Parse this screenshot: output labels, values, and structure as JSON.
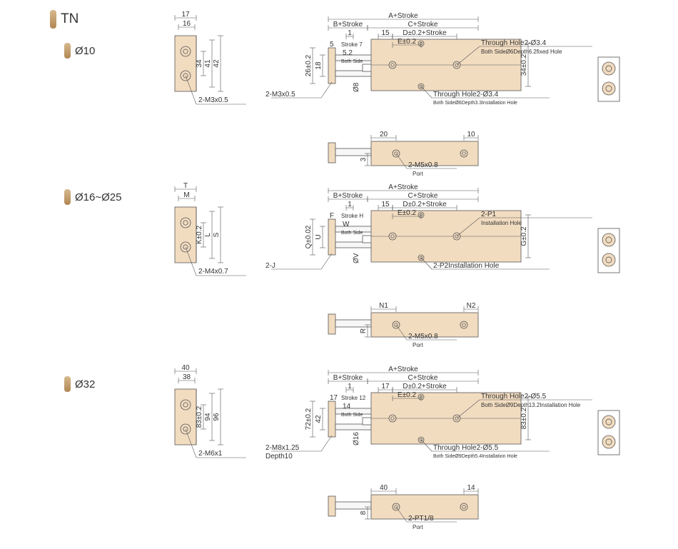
{
  "colors": {
    "body": "#f2dcc0",
    "line": "#555555",
    "accent": "#c9a06e"
  },
  "title": "TN",
  "sections": [
    {
      "title": "Ø10",
      "side_dims": [
        "17",
        "16",
        "34",
        "41",
        "42"
      ],
      "side_callout": "2-M3x0.5",
      "top_dims": [
        "A+Stroke",
        "B+Stroke",
        "C+Stroke",
        "1",
        "15",
        "D±0.2+Stroke",
        "5",
        "Stroke 7",
        "E±0.2",
        "5.2",
        "Both Side"
      ],
      "left_dims": [
        "26±0.2",
        "18"
      ],
      "right_dims": [
        "34±0.2"
      ],
      "bottom_dims": [
        "Ø8"
      ],
      "left_callout": "2-M3x0.5",
      "note_a": [
        "Through Hole2-Ø3.4",
        "Both SideØ6Depth6.2fixed Hole"
      ],
      "note_b": [
        "Through Hole2-Ø3.4",
        "Both SideØ6Depth3.3Installation Hole"
      ],
      "port_dims": [
        "20",
        "10",
        "3"
      ],
      "port_callout": "2-M5x0.8",
      "port_label": "Port"
    },
    {
      "title": "Ø16~Ø25",
      "side_dims": [
        "T",
        "M",
        "K±0.2",
        "L",
        "S"
      ],
      "side_callout": "2-M4x0.7",
      "top_dims": [
        "A+Stroke",
        "B+Stroke",
        "C+Stroke",
        "1",
        "15",
        "D±0.2+Stroke",
        "F",
        "Stroke H",
        "E±0.2",
        "W",
        "Both Side"
      ],
      "left_dims": [
        "Q±0.02",
        "U"
      ],
      "right_dims": [
        "G±0.2"
      ],
      "bottom_dims": [
        "ØV"
      ],
      "left_callout": "2-J",
      "note_a": [
        "2-P1",
        "Installation Hole"
      ],
      "note_b": [
        "2-P2Installation Hole"
      ],
      "port_dims": [
        "N1",
        "N2",
        "R"
      ],
      "port_callout": "2-M5x0.8",
      "port_label": "Port"
    },
    {
      "title": "Ø32",
      "side_dims": [
        "40",
        "38",
        "83±0.2",
        "94",
        "96"
      ],
      "side_callout": "2-M6x1",
      "top_dims": [
        "A+Stroke",
        "B+Stroke",
        "C+Stroke",
        "1",
        "17",
        "D±0.2+Stroke",
        "17",
        "Stroke 12",
        "E±0.2",
        "14",
        "Both Side"
      ],
      "left_dims": [
        "72±0.2",
        "42"
      ],
      "right_dims": [
        "83±0.2"
      ],
      "bottom_dims": [
        "Ø16"
      ],
      "left_callout": [
        "2-M8x1.25",
        "Depth10"
      ],
      "note_a": [
        "Through Hole2-Ø5.5",
        "Both SideØ9Depth13.2Installation Hole"
      ],
      "note_b": [
        "Through Hole2-Ø5.5",
        "Both SideØ9Depth5.4Installation Hole"
      ],
      "port_dims": [
        "40",
        "14",
        "8"
      ],
      "port_callout": "2-PT1/8",
      "port_label": "Port"
    }
  ]
}
